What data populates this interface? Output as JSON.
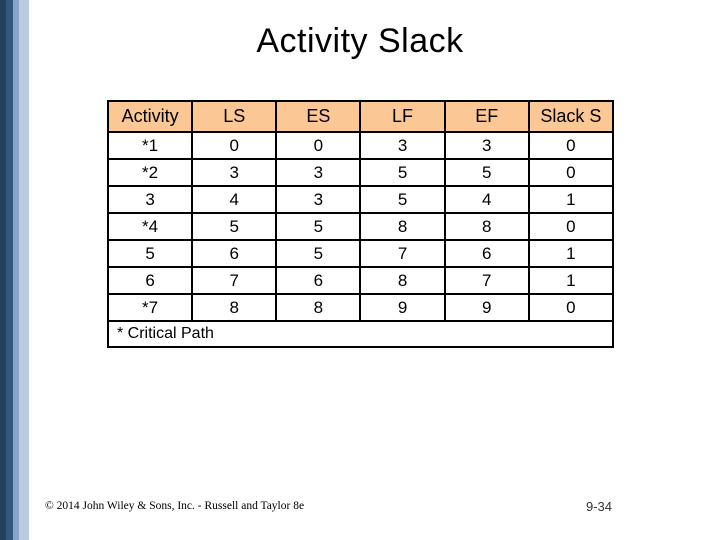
{
  "slide": {
    "title": "Activity Slack",
    "footnote": "* Critical Path",
    "copyright": "© 2014 John Wiley & Sons, Inc. - Russell and Taylor 8e",
    "page_number": "9-34"
  },
  "table": {
    "headers": [
      "Activity",
      "LS",
      "ES",
      "LF",
      "EF",
      "Slack S"
    ],
    "rows": [
      [
        "*1",
        "0",
        "0",
        "3",
        "3",
        "0"
      ],
      [
        "*2",
        "3",
        "3",
        "5",
        "5",
        "0"
      ],
      [
        "3",
        "4",
        "3",
        "5",
        "4",
        "1"
      ],
      [
        "*4",
        "5",
        "5",
        "8",
        "8",
        "0"
      ],
      [
        "5",
        "6",
        "5",
        "7",
        "6",
        "1"
      ],
      [
        "6",
        "7",
        "6",
        "8",
        "7",
        "1"
      ],
      [
        "*7",
        "8",
        "8",
        "9",
        "9",
        "0"
      ]
    ]
  },
  "colors": {
    "header_fill": "#FBC794",
    "table_border": "#000000",
    "stripe_colors": [
      "#24405C",
      "#33587E",
      "#8BA3C4",
      "#BACBE2"
    ]
  }
}
